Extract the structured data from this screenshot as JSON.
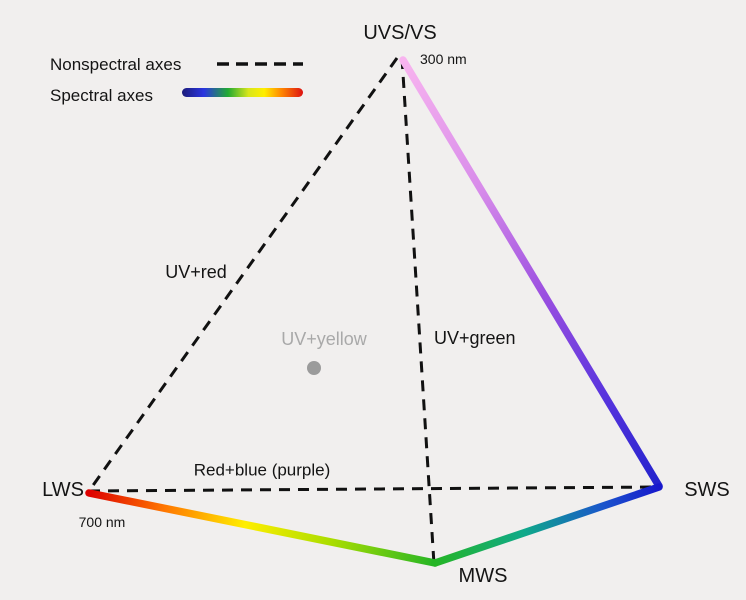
{
  "legend": {
    "nonspectral_label": "Nonspectral axes",
    "spectral_label": "Spectral axes"
  },
  "vertices": {
    "uvs_vs": {
      "label": "UVS/VS",
      "sublabel": "300 nm"
    },
    "lws": {
      "label": "LWS",
      "sublabel": "700 nm"
    },
    "sws": {
      "label": "SWS"
    },
    "mws": {
      "label": "MWS"
    }
  },
  "axes": {
    "uv_red": "UV+red",
    "uv_green": "UV+green",
    "uv_yellow": "UV+yellow",
    "red_blue": "Red+blue (purple)"
  },
  "colors": {
    "background": "#f1efee",
    "dashed_axis": "#111111",
    "uv_yellow_point": "#9b9b9b",
    "uv_yellow_text": "#a9a9a9",
    "legend_spectrum": [
      "#1c1c7a",
      "#2b35e0",
      "#22aa33",
      "#d8e61c",
      "#ffee00",
      "#ff8800",
      "#dd1111"
    ],
    "uv_sws_edge": [
      "#f8b4ef",
      "#b06ae8",
      "#5533dd",
      "#2222cc"
    ],
    "lws_mws_edge": [
      "#dd0000",
      "#ff7700",
      "#ffee00",
      "#aadd00",
      "#25b525"
    ],
    "mws_sws_edge": [
      "#25b525",
      "#0fa98a",
      "#1a55cc",
      "#1818cc"
    ]
  }
}
